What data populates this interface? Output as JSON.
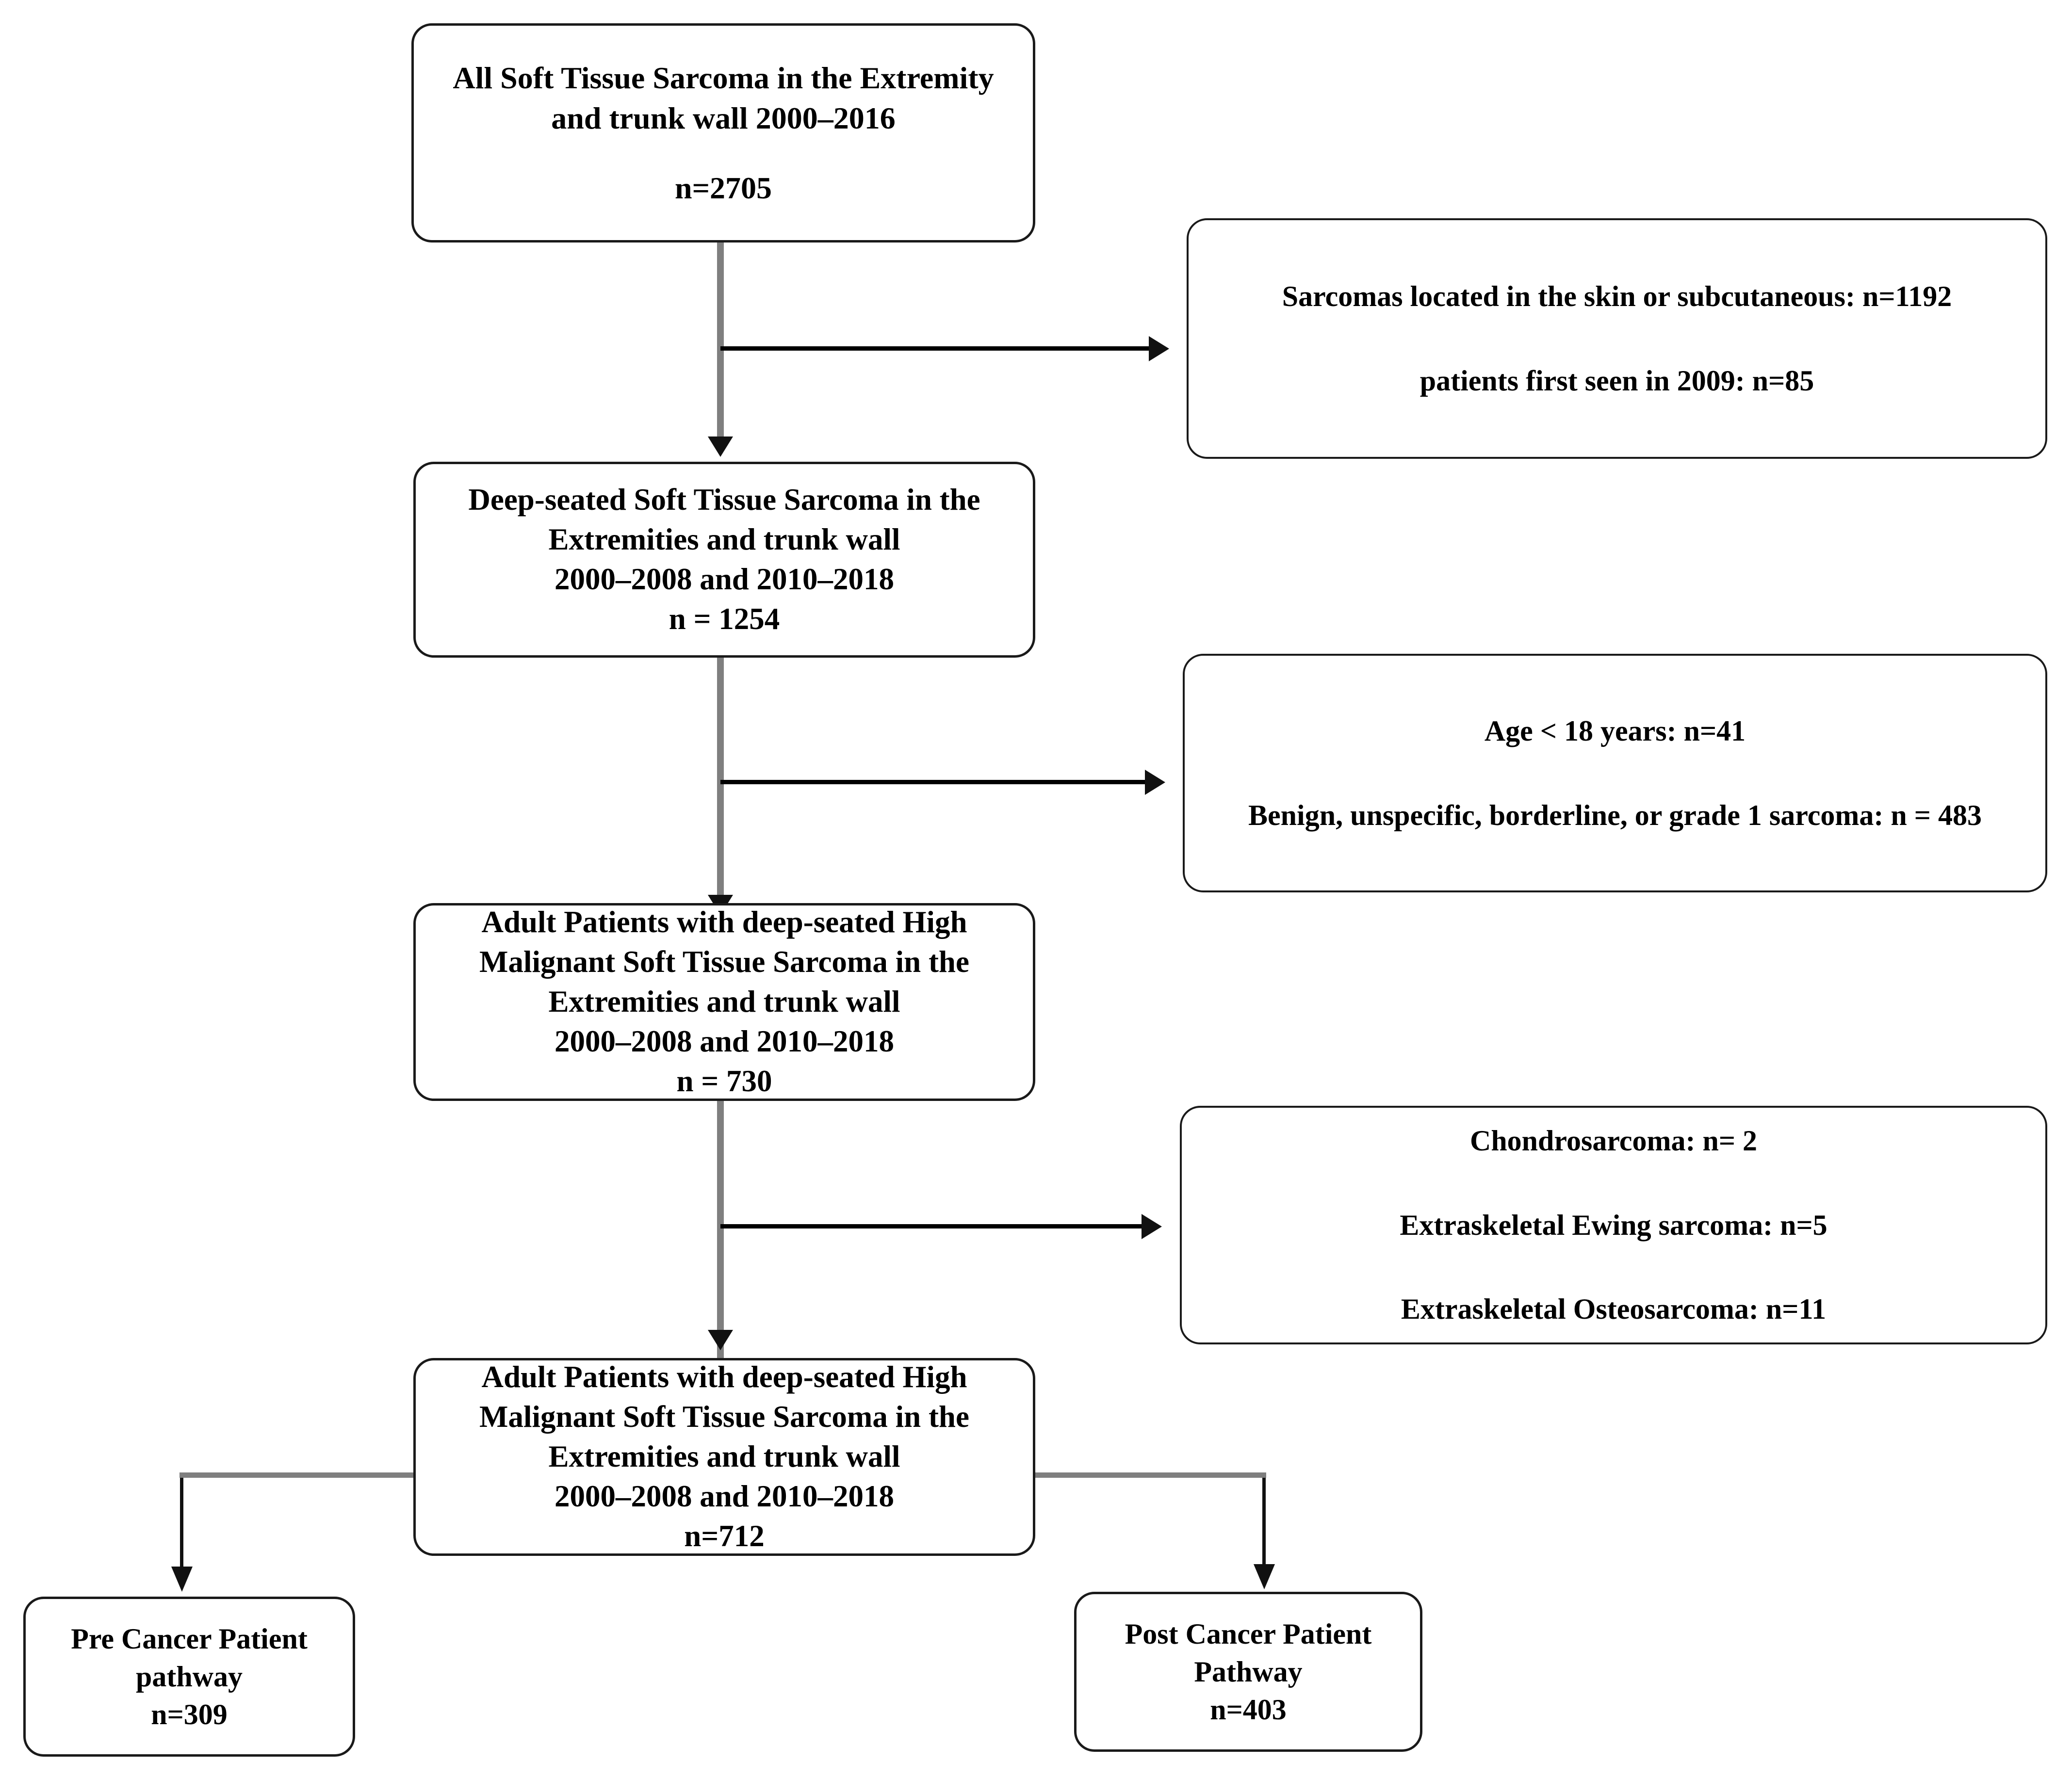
{
  "diagram": {
    "type": "flowchart",
    "title": "Patient selection flow diagram for soft tissue sarcoma cohort",
    "colors": {
      "box_border": "#1a1a1a",
      "connector_vertical": "#7f7f7f",
      "connector_horizontal": "#000000",
      "arrowhead": "#111111",
      "text": "#000000",
      "background": "#ffffff"
    }
  },
  "nodes": {
    "n1": {
      "id": "all-soft-tissue-sarcoma",
      "line1": "All Soft Tissue Sarcoma in the Extremity",
      "line2": "and trunk wall 2000–2016",
      "count": "n=2705"
    },
    "n2": {
      "id": "deep-seated-soft-tissue-sarcoma",
      "line1": "Deep-seated Soft Tissue Sarcoma in the",
      "line2": "Extremities and trunk wall",
      "line3": "2000–2008 and 2010–2018",
      "count": "n =  1254"
    },
    "n3": {
      "id": "adult-high-malignant-730",
      "line1": "Adult Patients with deep-seated High",
      "line2": "Malignant  Soft Tissue Sarcoma in the",
      "line3": "Extremities and trunk wall",
      "line4": "2000–2008 and 2010–2018",
      "count": "n =  730"
    },
    "n4": {
      "id": "adult-high-malignant-712",
      "line1": "Adult Patients with deep-seated High",
      "line2": "Malignant  Soft Tissue Sarcoma in the",
      "line3": "Extremities and trunk wall",
      "line4": "2000–2008 and 2010–2018",
      "count": "n=712"
    },
    "pre": {
      "id": "pre-cancer-patient-pathway",
      "line1": "Pre Cancer Patient",
      "line2": "pathway",
      "count": "n=309"
    },
    "post": {
      "id": "post-cancer-patient-pathway",
      "line1": "Post Cancer Patient",
      "line2": "Pathway",
      "count": "n=403"
    }
  },
  "exclusions": {
    "e1": {
      "id": "exclusion-skin-subcutaneous",
      "line1": "Sarcomas located in the skin or subcutaneous: n=1192",
      "line2": "patients first seen in 2009: n=85"
    },
    "e2": {
      "id": "exclusion-age-benign",
      "line1": "Age < 18 years: n=41",
      "line2": "Benign, unspecific, borderline, or grade 1 sarcoma: n = 483"
    },
    "e3": {
      "id": "exclusion-other-sarcoma-types",
      "line1": "Chondrosarcoma: n= 2",
      "line2": "Extraskeletal Ewing sarcoma: n=5",
      "line3": "Extraskeletal Osteosarcoma: n=11"
    }
  }
}
